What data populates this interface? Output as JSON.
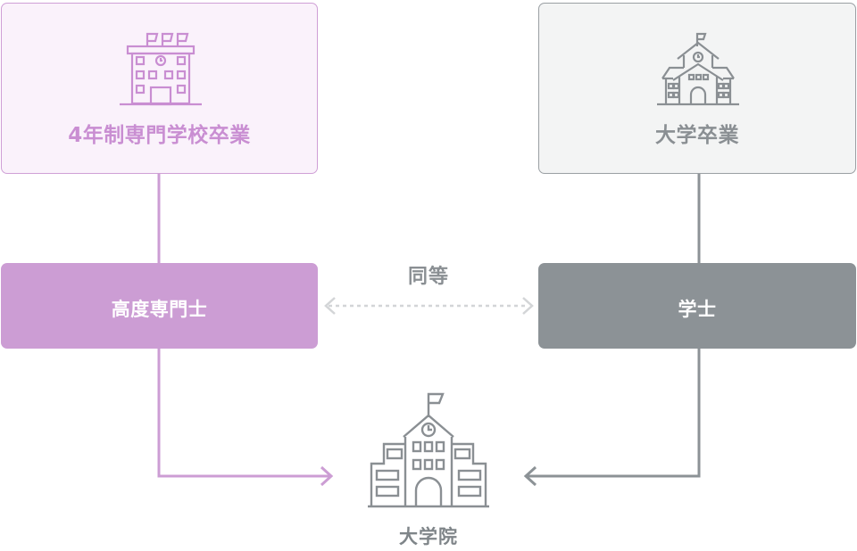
{
  "diagram": {
    "left_path": {
      "origin_label": "4年制専門学校卒業",
      "origin_icon": "school-building-icon",
      "degree_label": "高度専門士",
      "color": "#cc9dd4"
    },
    "right_path": {
      "origin_label": "大学卒業",
      "origin_icon": "university-building-icon",
      "degree_label": "学士",
      "color": "#8c9296"
    },
    "equivalence_label": "同等",
    "destination": {
      "label": "大学院",
      "icon": "graduate-school-building-icon"
    }
  }
}
